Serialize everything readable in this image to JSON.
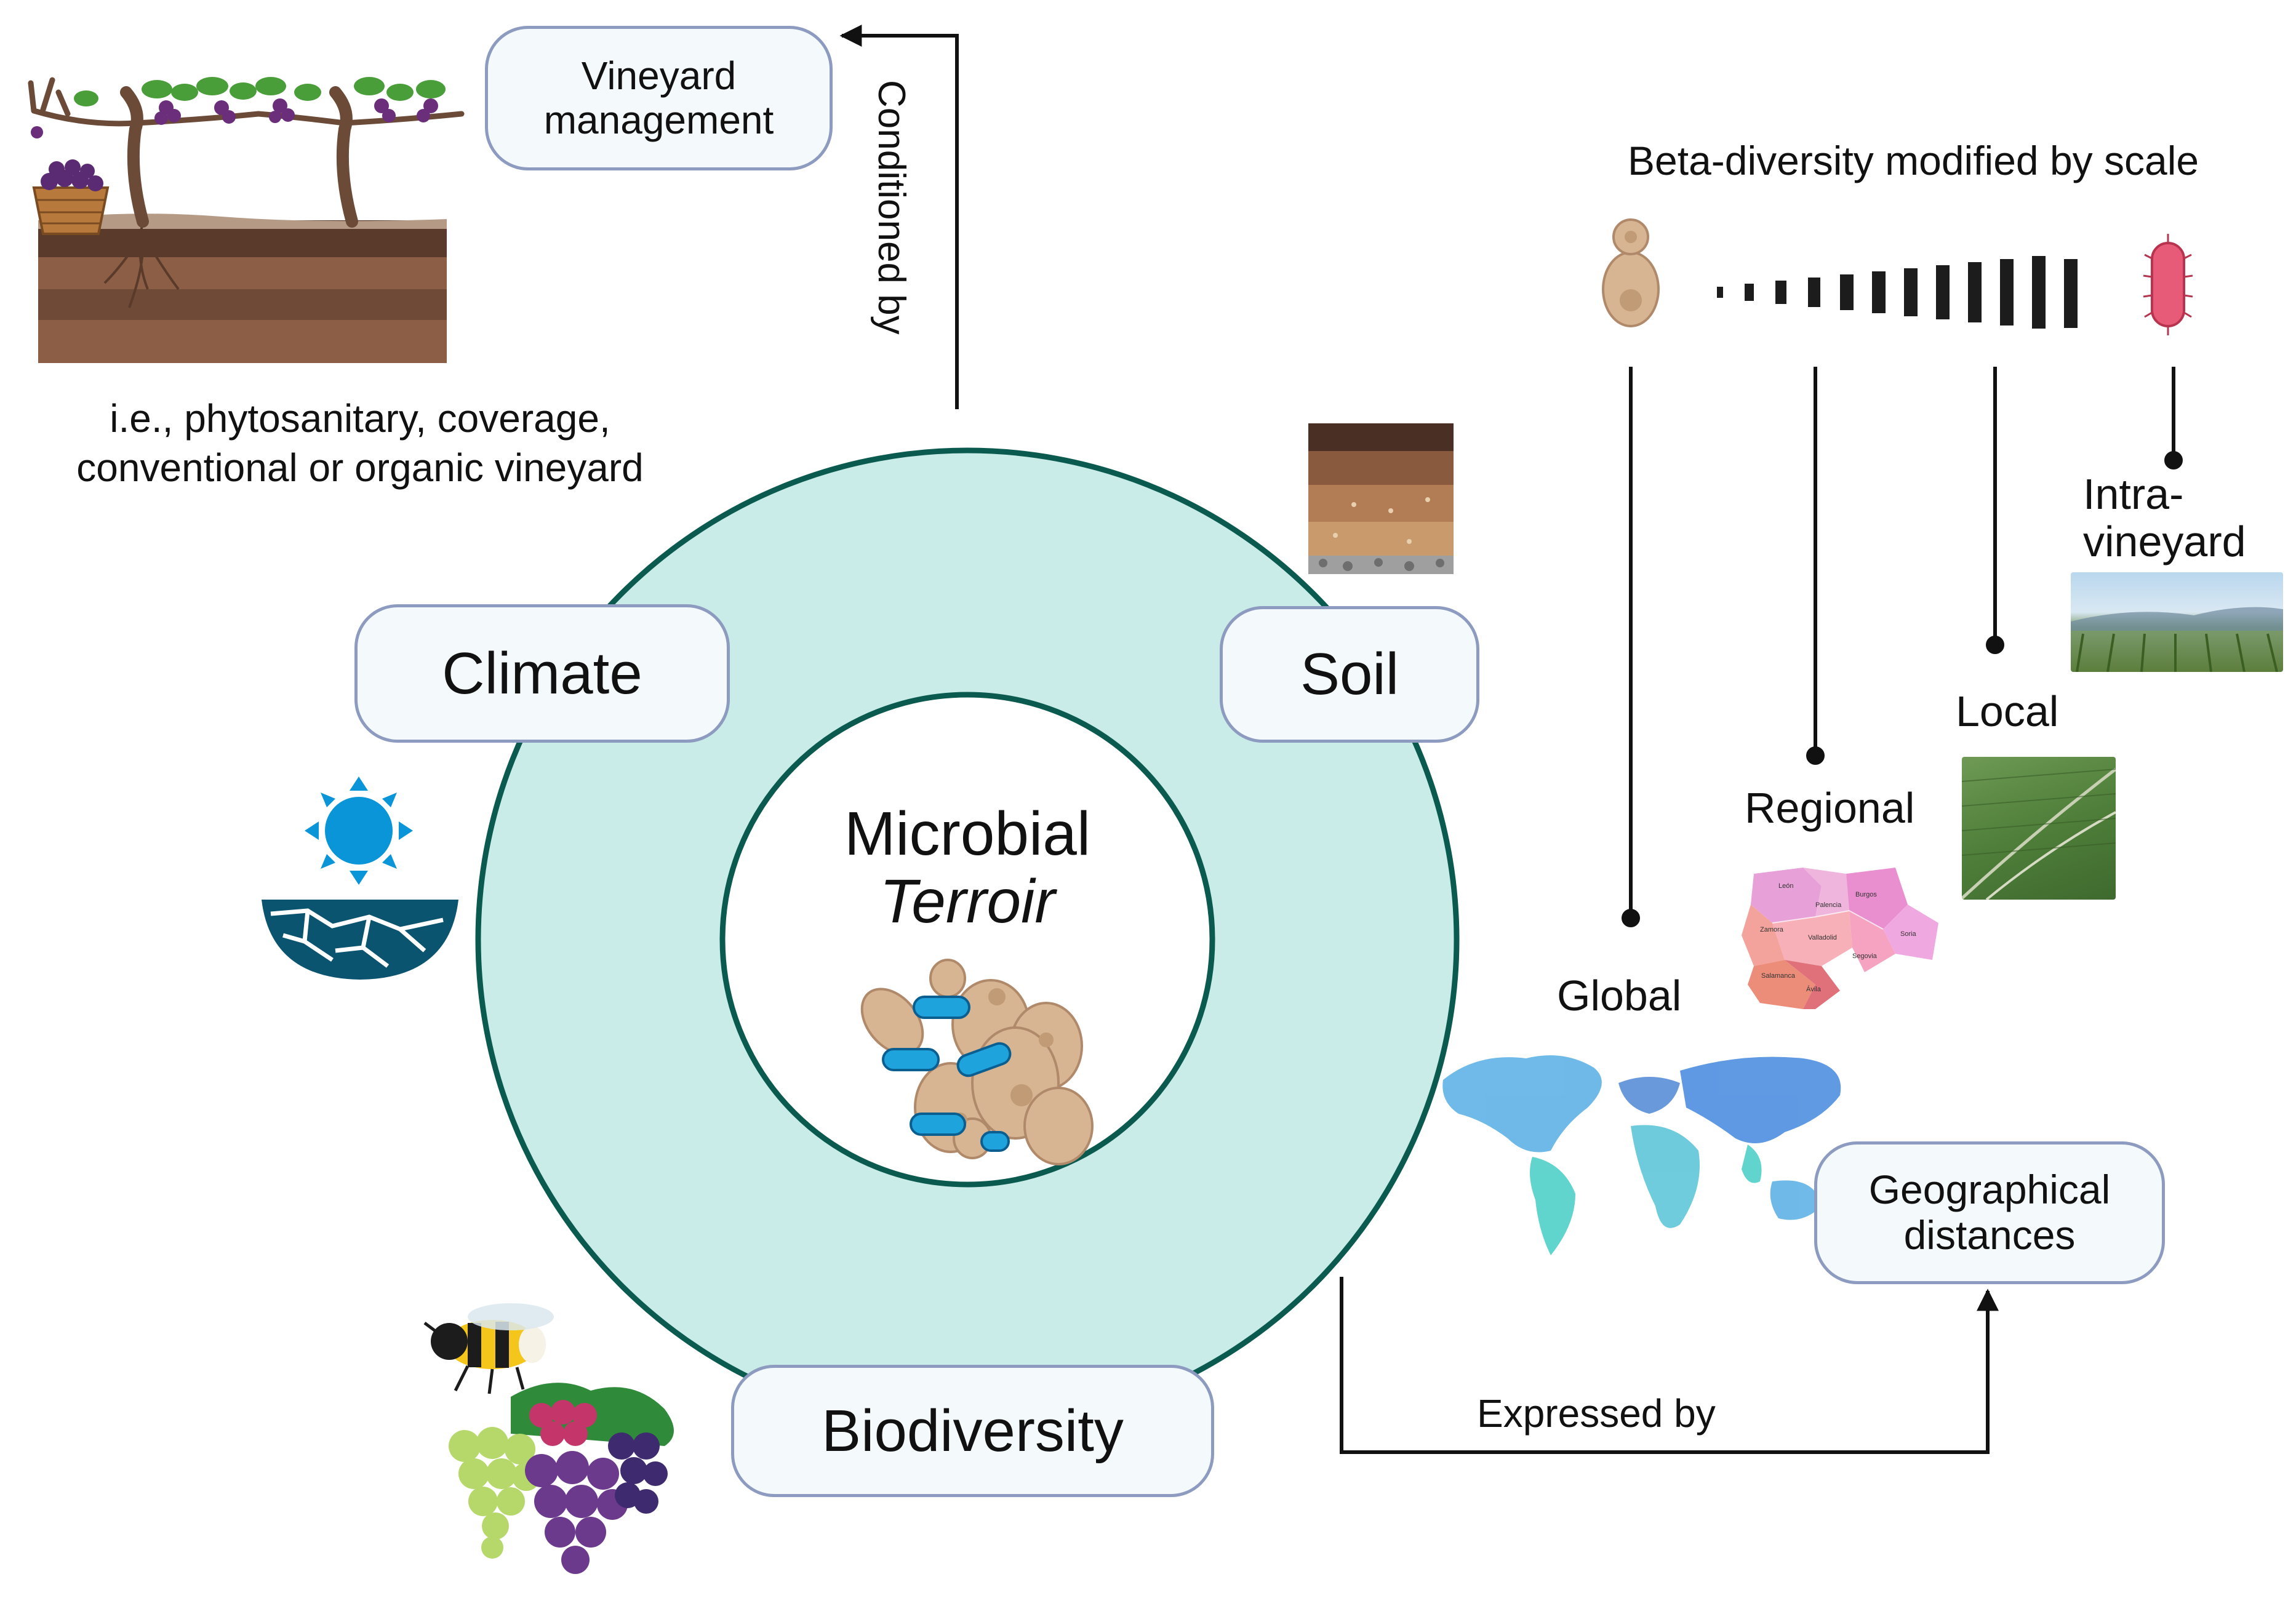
{
  "center": {
    "line1": "Microbial",
    "line2": "Terroir"
  },
  "factors": {
    "climate": "Climate",
    "soil": "Soil",
    "biodiversity": "Biodiversity",
    "vineyard_management_line1": "Vineyard",
    "vineyard_management_line2": "management"
  },
  "management_examples": {
    "line1": "i.e., phytosanitary, coverage,",
    "line2": "conventional or organic vineyard"
  },
  "connectors": {
    "conditioned_by": "Conditioned by",
    "expressed_by": "Expressed by"
  },
  "geo": {
    "line1": "Geographical",
    "line2": "distances"
  },
  "scale": {
    "title": "Beta-diversity modified by scale",
    "levels": {
      "global": "Global",
      "regional": "Regional",
      "local": "Local",
      "intra_line1": "Intra-",
      "intra_line2": "vineyard"
    }
  },
  "map_provinces": [
    "León",
    "Palencia",
    "Burgos",
    "Zamora",
    "Valladolid",
    "Soria",
    "Segovia",
    "Salamanca",
    "Ávila"
  ],
  "colors": {
    "ring_fill": "#c9ece8",
    "ring_stroke": "#0b5a4f",
    "pill_border": "#8c9bbf",
    "pill_fill": "#f4f9fb",
    "sun": "#0a95d8",
    "earth": "#0b5470",
    "soil": "#8c5e45",
    "grapes_purple": "#5a3070",
    "grapes_green": "#b6d86a",
    "bacterium": "#e85b78",
    "yeast": "#d7b592"
  }
}
